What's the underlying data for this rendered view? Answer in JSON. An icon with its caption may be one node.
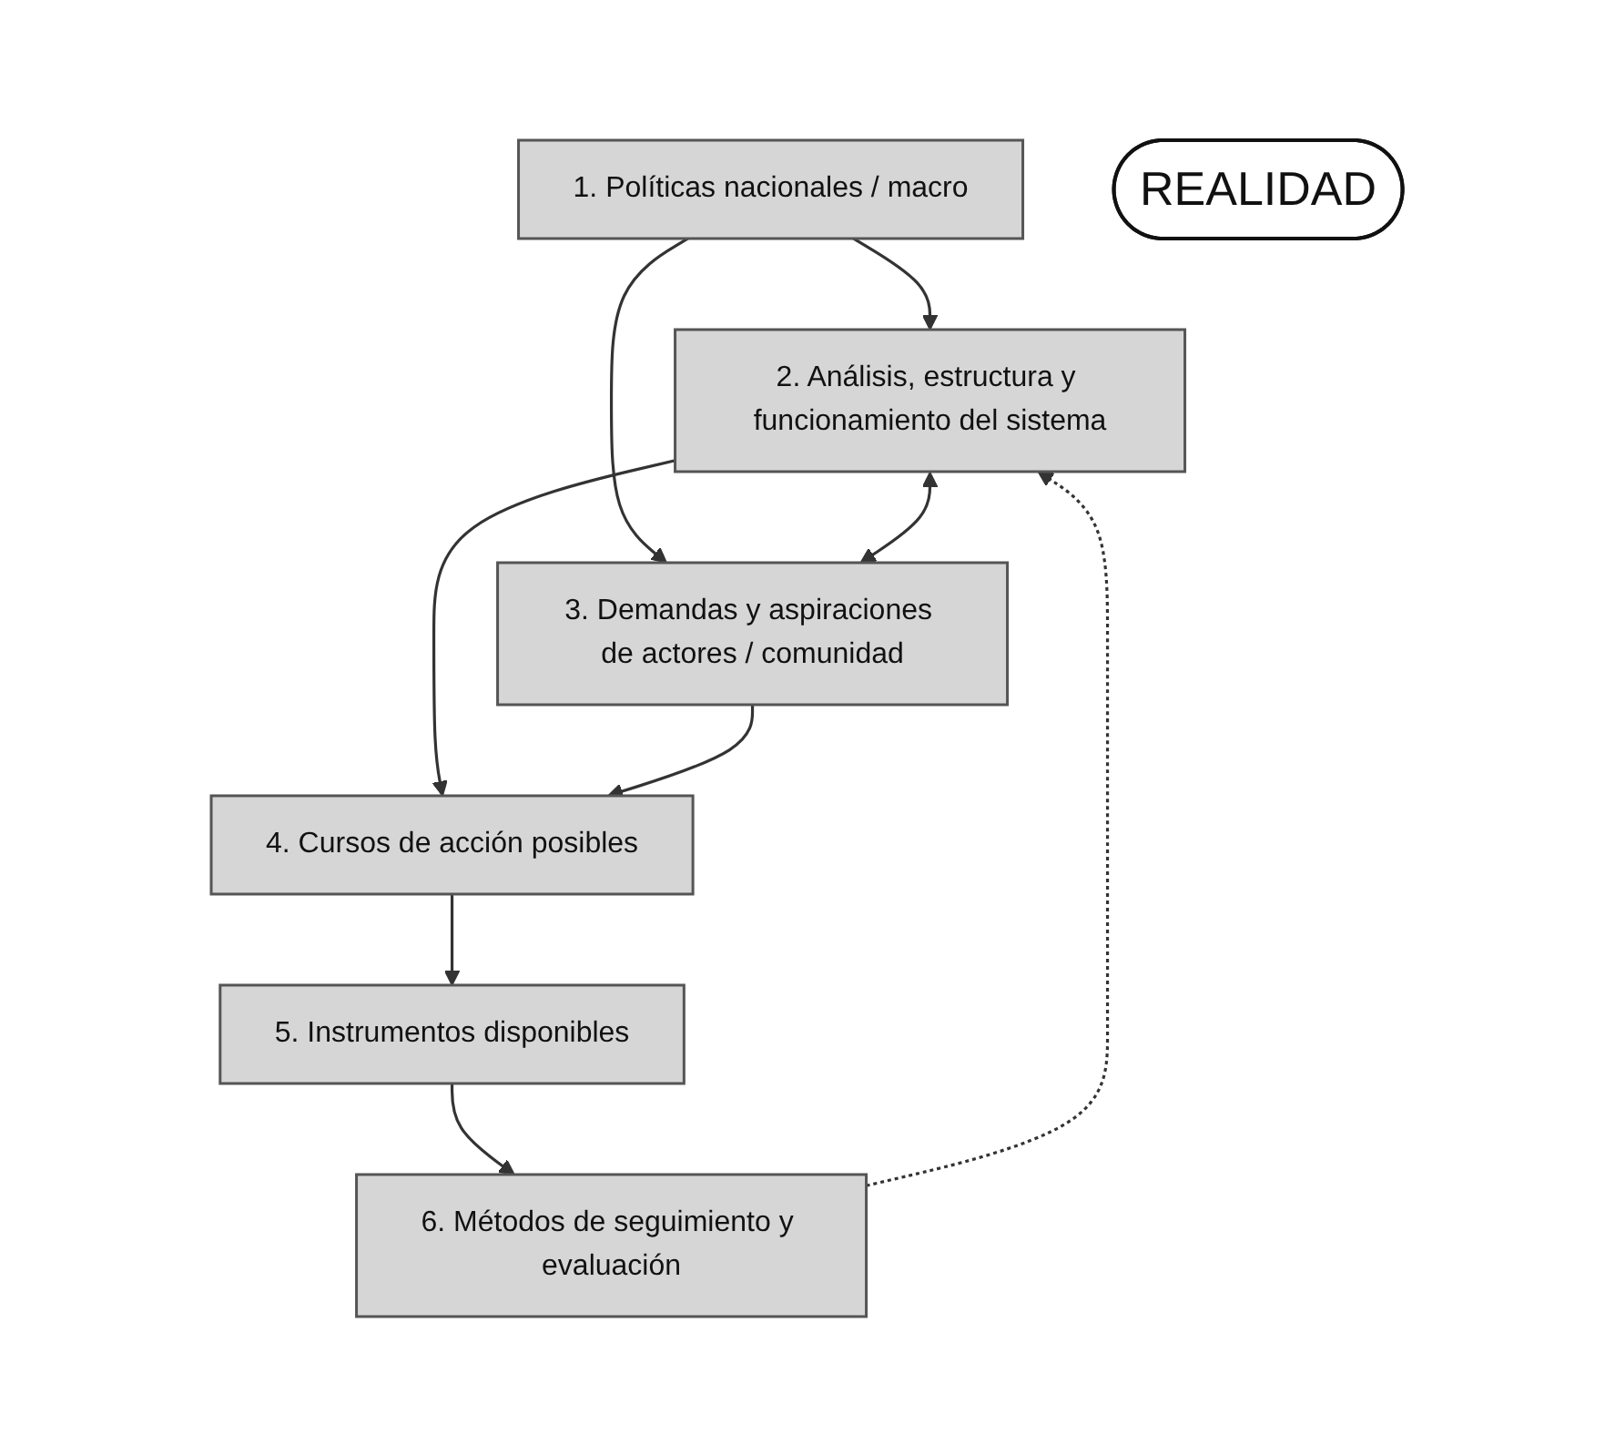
{
  "diagram": {
    "nodes": [
      {
        "text": [
          "1. Políticas nacionales / macro"
        ]
      },
      {
        "text": [
          "2. Análisis, estructura y funcionamiento del sistema"
        ]
      },
      {
        "text": [
          "3. Demandas y aspiraciones de actores / comunidad"
        ]
      },
      {
        "text": [
          "REALIDAD"
        ]
      },
      {
        "text": [
          "4. Cursos de acción posibles"
        ]
      },
      {
        "text": [
          "5. Instrumentos disponibles"
        ]
      },
      {
        "text": [
          "6. Métodos de seguimiento y evaluación"
        ]
      }
    ],
    "edges": [
      {
        "from": 0,
        "to": 1,
        "arrow": "to"
      },
      {
        "from": 0,
        "to": 2,
        "arrow": "to"
      },
      {
        "from": 1,
        "to": 2,
        "arrow": "both"
      },
      {
        "from": 1,
        "to": 4,
        "arrow": "to"
      },
      {
        "from": 2,
        "to": 4,
        "arrow": "to"
      },
      {
        "from": 4,
        "to": 5,
        "arrow": "to"
      },
      {
        "from": 5,
        "to": 6,
        "arrow": "to"
      },
      {
        "from": 6,
        "to": 1,
        "arrow": "to",
        "style": "dashed"
      }
    ]
  }
}
